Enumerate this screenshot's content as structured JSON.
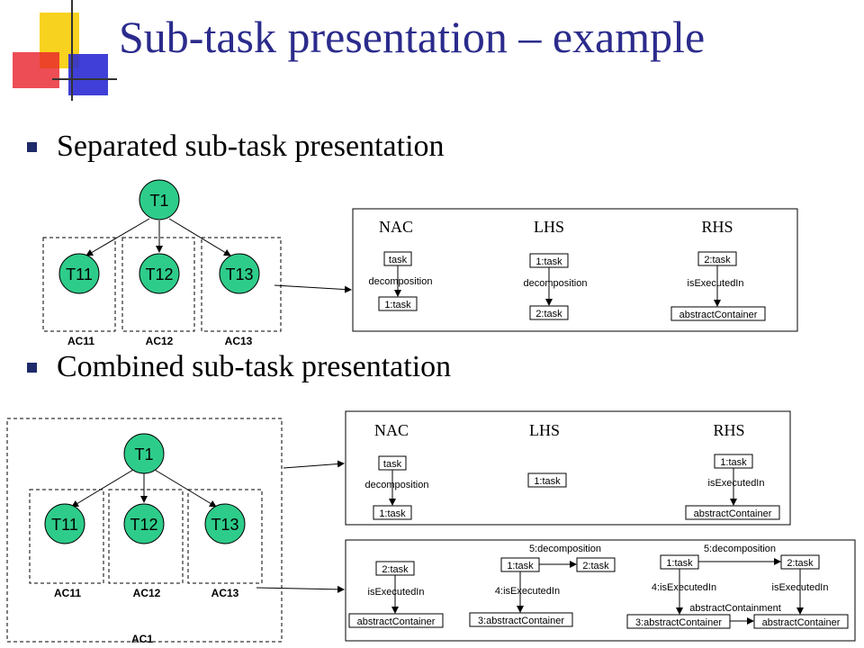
{
  "title": "Sub-task presentation – example",
  "bullets": [
    {
      "text": "Separated sub-task presentation"
    },
    {
      "text": "Combined sub-task presentation"
    }
  ],
  "colors": {
    "title": "#2b2b8c",
    "node_fill": "#2ecc8a",
    "bullet": "#1e2a6a",
    "logo_yellow": "#f7d21e",
    "logo_blue": "#2b2bd4",
    "logo_red": "#e8202a"
  },
  "top_tree": {
    "root": "T1",
    "children": [
      "T11",
      "T12",
      "T13"
    ],
    "containers": [
      "AC11",
      "AC12",
      "AC13"
    ]
  },
  "top_rule": {
    "sections": [
      "NAC",
      "LHS",
      "RHS"
    ],
    "nac": {
      "top": "task",
      "edge": "decomposition",
      "bottom": "1:task"
    },
    "lhs": {
      "top": "1:task",
      "edge": "decomposition",
      "bottom": "2:task"
    },
    "rhs": {
      "top": "2:task",
      "edge": "isExecutedIn",
      "bottom": "abstractContainer"
    }
  },
  "bottom_tree": {
    "root": "T1",
    "children": [
      "T11",
      "T12",
      "T13"
    ],
    "containers": [
      "AC11",
      "AC12",
      "AC13"
    ],
    "outer": "AC1"
  },
  "bottom_rule": {
    "sections": [
      "NAC",
      "LHS",
      "RHS"
    ],
    "nac": {
      "top": "task",
      "edge": "decomposition",
      "bottom": "1:task"
    },
    "lhs": {
      "node": "1:task"
    },
    "rhs": {
      "top": "1:task",
      "edge": "isExecutedIn",
      "bottom": "abstractContainer"
    }
  },
  "bottom_rule2": {
    "left": {
      "top": "2:task",
      "edge": "isExecutedIn",
      "bottom": "abstractContainer"
    },
    "mid": {
      "a": "1:task",
      "b": "2:task",
      "edge_ab": "5:decomposition",
      "edge_down": "4:isExecutedIn",
      "bottom": "3:abstractContainer"
    },
    "right": {
      "a": "1:task",
      "b": "2:task",
      "edge_ab": "5:decomposition",
      "edge_a": "4:isExecutedIn",
      "edge_b": "isExecutedIn",
      "edge_c": "abstractContainment",
      "c1": "3:abstractContainer",
      "c2": "abstractContainer"
    }
  }
}
